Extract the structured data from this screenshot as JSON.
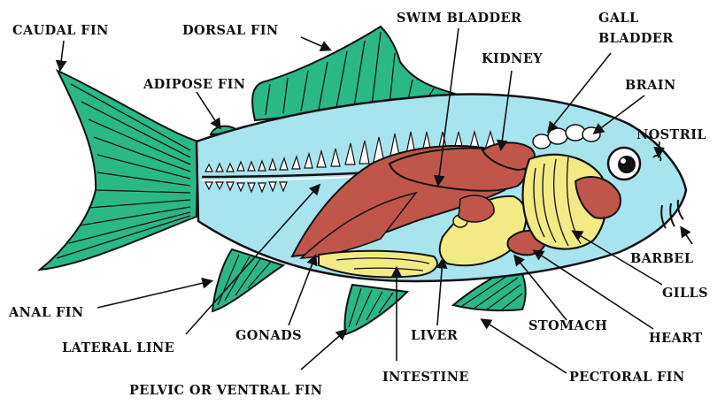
{
  "diagram": {
    "labels": {
      "caudal_fin": "CAUDAL FIN",
      "dorsal_fin": "DORSAL FIN",
      "swim_bladder": "SWIM BLADDER",
      "gall_bladder_line1": "GALL",
      "gall_bladder_line2": "BLADDER",
      "kidney": "KIDNEY",
      "adipose_fin": "ADIPOSE FIN",
      "brain": "BRAIN",
      "nostril": "NOSTRIL",
      "barbel": "BARBEL",
      "gills": "GILLS",
      "heart": "HEART",
      "stomach": "STOMACH",
      "pectoral_fin": "PECTORAL FIN",
      "liver": "LIVER",
      "intestine": "INTESTINE",
      "gonads": "GONADS",
      "pelvic_fin": "PELVIC OR VENTRAL FIN",
      "lateral_line": "LATERAL LINE",
      "anal_fin": "ANAL FIN"
    },
    "colors": {
      "body": "#a8e4ee",
      "fin": "#2bb887",
      "muscle": "#c0564a",
      "yellow_organ": "#f2ea84",
      "outline": "#111111",
      "eye": "#111111"
    }
  }
}
